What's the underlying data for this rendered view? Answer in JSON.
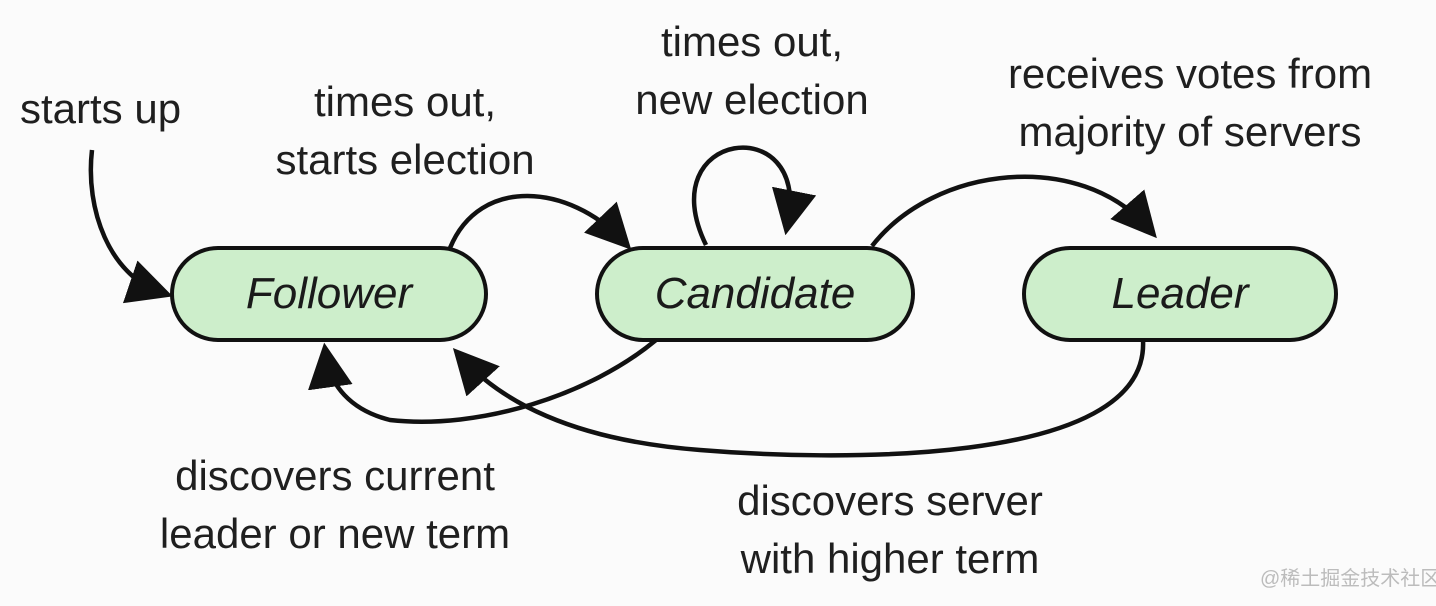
{
  "colors": {
    "node_fill": "#cdeecb",
    "node_stroke": "#111111",
    "arrow": "#111111",
    "text": "#1f1f1f"
  },
  "nodes": {
    "follower": "Follower",
    "candidate": "Candidate",
    "leader": "Leader"
  },
  "labels": {
    "starts_up": "starts up",
    "times_out_starts_election": [
      "times out,",
      "starts election"
    ],
    "times_out_new_election": [
      "times out,",
      "new election"
    ],
    "receives_votes": [
      "receives votes from",
      "majority of servers"
    ],
    "discovers_current_leader": [
      "discovers current",
      "leader or new term"
    ],
    "discovers_higher_term": [
      "discovers server",
      "with higher term"
    ]
  },
  "watermark": "@稀土掘金技术社区"
}
